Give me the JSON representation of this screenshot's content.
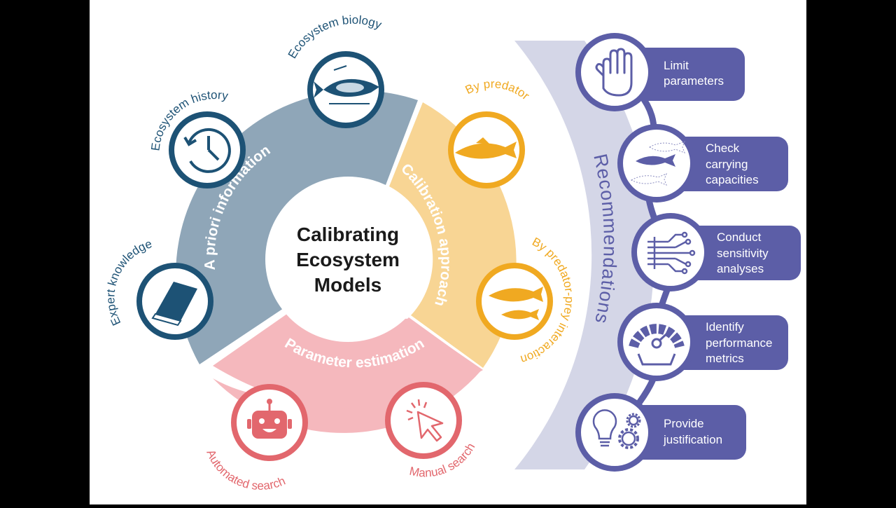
{
  "center_title": [
    "Calibrating",
    "Ecosystem",
    "Models"
  ],
  "segments": {
    "a_priori": "A priori information",
    "calibration": "Calibration approach",
    "parameter": "Parameter estimation"
  },
  "nodes": {
    "ecosystem_biology": "Ecosystem biology",
    "ecosystem_history": "Ecosystem history",
    "expert_knowledge": "Expert knowledge",
    "by_predator": "By predator",
    "by_predator_prey": "By predator-prey interaction",
    "automated_search": "Automated search",
    "manual_search": "Manual search"
  },
  "recommendations": {
    "title": "Recommendations",
    "items": [
      {
        "icon": "hand-stop-icon",
        "lines": [
          "Limit",
          "parameters"
        ]
      },
      {
        "icon": "fish-school-icon",
        "lines": [
          "Check",
          "carrying",
          "capacities"
        ]
      },
      {
        "icon": "circuit-icon",
        "lines": [
          "Conduct",
          "sensitivity",
          "analyses"
        ]
      },
      {
        "icon": "gauge-icon",
        "lines": [
          "Identify",
          "performance",
          "metrics"
        ]
      },
      {
        "icon": "lightbulb-gears-icon",
        "lines": [
          "Provide",
          "justification"
        ]
      }
    ]
  },
  "colors": {
    "a_priori": "#8fa6b8",
    "calibration": "#f8d594",
    "parameter": "#f5b8bd",
    "navy": "#1d5275",
    "gold": "#f0a921",
    "coral": "#e2676d",
    "purple": "#5c5ea7",
    "band": "#d4d6e7"
  }
}
